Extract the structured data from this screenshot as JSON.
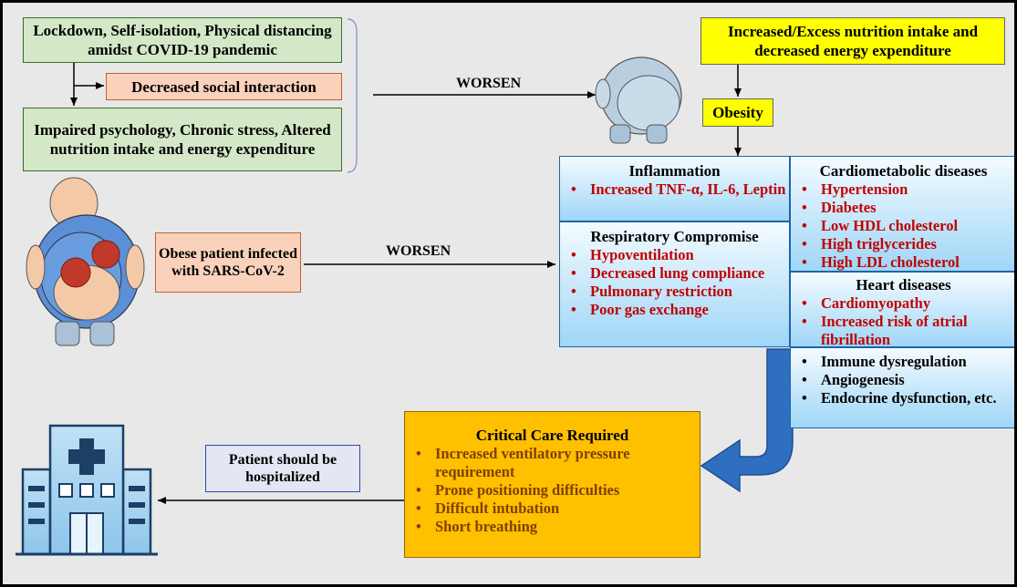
{
  "top_left": {
    "lockdown": "Lockdown, Self-isolation, Physical distancing amidst COVID-19 pandemic",
    "social": "Decreased social interaction",
    "psychology": "Impaired psychology, Chronic stress, Altered nutrition intake and energy expenditure"
  },
  "worsen_top": "WORSEN",
  "worsen_mid": "WORSEN",
  "nutrition": "Increased/Excess nutrition intake and decreased energy expenditure",
  "obesity": "Obesity",
  "patient": "Obese patient infected with SARS-CoV-2",
  "inflammation": {
    "title": "Inflammation",
    "items": [
      "Increased TNF-α, IL-6, Leptin"
    ]
  },
  "respiratory": {
    "title": "Respiratory Compromise",
    "items": [
      "Hypoventilation",
      "Decreased lung compliance",
      "Pulmonary restriction",
      "Poor gas exchange"
    ]
  },
  "cardiometabolic": {
    "title": "Cardiometabolic diseases",
    "items": [
      "Hypertension",
      "Diabetes",
      "Low HDL cholesterol",
      "High triglycerides",
      "High LDL cholesterol"
    ]
  },
  "heart": {
    "title": "Heart diseases",
    "items": [
      "Cardiomyopathy",
      "Increased risk of atrial fibrillation"
    ]
  },
  "other": {
    "items": [
      "Immune dysregulation",
      "Angiogenesis",
      "Endocrine dysfunction, etc."
    ]
  },
  "critical": {
    "title": "Critical Care Required",
    "items": [
      "Increased ventilatory pressure requirement",
      "Prone positioning difficulties",
      "Difficult intubation",
      "Short breathing"
    ]
  },
  "hospitalized": "Patient should be hospitalized",
  "colors": {
    "green": "#d4e8c8",
    "salmon": "#fad2bb",
    "yellow": "#ffff00",
    "light_blue": "#9fd6f7",
    "gold": "#ffc000",
    "red_text": "#c00000",
    "brown_text": "#7f3f00",
    "arrow_blue": "#2f6fbf",
    "hospital_blue": "#8ec5ea"
  },
  "icons": [
    "obese-man-icon",
    "infected-obese-patient-icon",
    "hospital-building-icon"
  ]
}
